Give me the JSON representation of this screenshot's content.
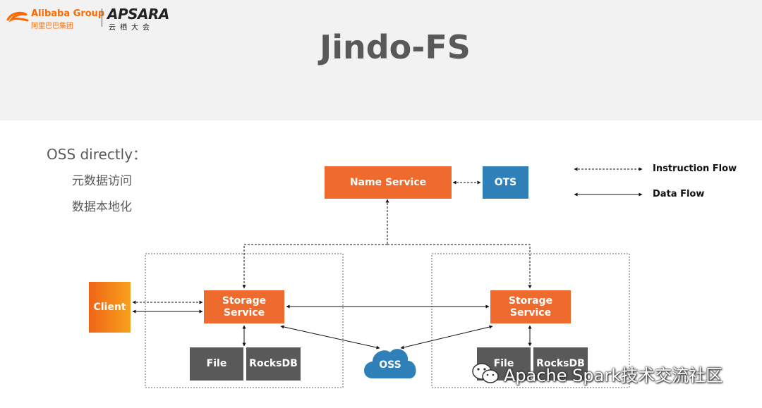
{
  "header": {
    "title": "Jindo-FS",
    "logo_alibaba": "Alibaba Group",
    "logo_alibaba_cn": "阿里巴巴集团",
    "logo_apsara": "APSARA",
    "logo_apsara_cn": "云栖大会"
  },
  "bullets": {
    "heading": "OSS directly：",
    "items": [
      "元数据访问",
      "数据本地化"
    ]
  },
  "diagram": {
    "name_service": "Name Service",
    "ots": "OTS",
    "client": "Client",
    "storage_left": "Storage\nService",
    "storage_right": "Storage\nService",
    "file_left": "File",
    "rocksdb_left": "RocksDB",
    "file_right": "File",
    "rocksdb_right": "RocksDB",
    "oss": "OSS"
  },
  "legend": {
    "instruction": "Instruction Flow",
    "data": "Data Flow"
  },
  "watermark": "Apache Spark技术交流社区",
  "colors": {
    "orange": "#ee6a2d",
    "blue": "#2f7fb8",
    "gray": "#595959"
  }
}
